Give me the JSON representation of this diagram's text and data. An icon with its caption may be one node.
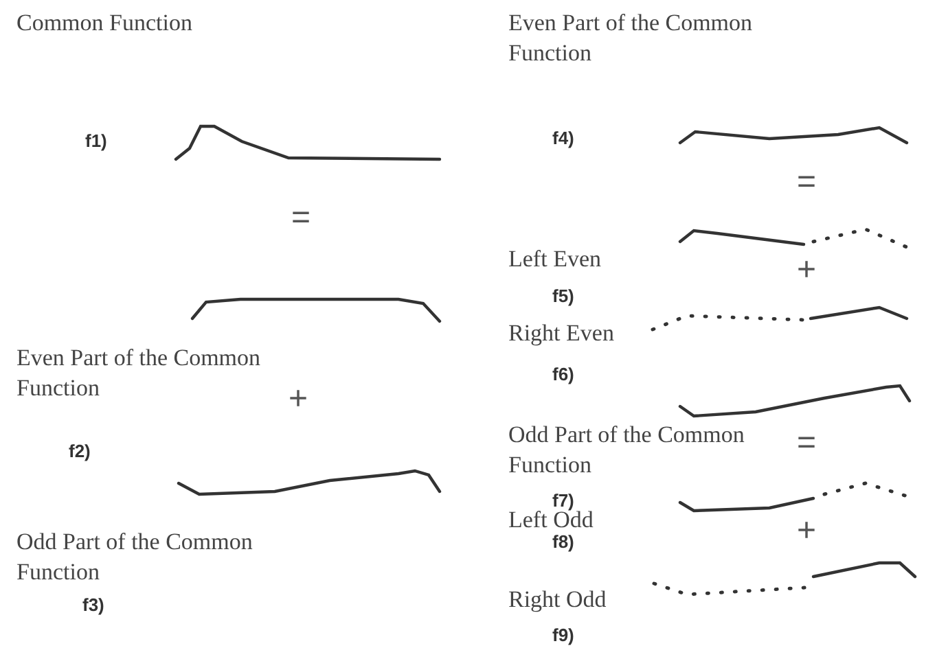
{
  "diagram": {
    "labels": [
      "Common Function",
      "f1)",
      "=",
      "Even Part of the Common Function",
      "+",
      "f2)",
      "Odd Part of the Common Function",
      "f3)",
      "Even Part of the Common Function",
      "f4)",
      "=",
      "Left Even",
      "f5)",
      "+",
      "Right Even",
      "f6)",
      "Odd Part of the Common Function",
      "=",
      "f7)",
      "Left Odd",
      "f8)",
      "+",
      "Right Odd",
      "f9)"
    ]
  }
}
